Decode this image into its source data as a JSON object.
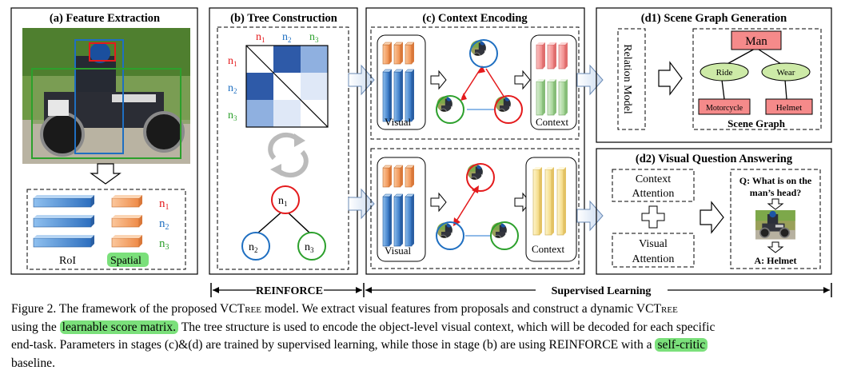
{
  "panels": {
    "a_title": "(a) Feature Extraction",
    "b_title": "(b) Tree Construction",
    "c_title": "(c) Context Encoding",
    "d1_title": "(d1) Scene Graph Generation",
    "d2_title": "(d2) Visual Question Answering"
  },
  "nodes": {
    "n1": "n",
    "n2": "n",
    "n3": "n",
    "s1": "1",
    "s2": "2",
    "s3": "3"
  },
  "feature": {
    "roi": "RoI",
    "spatial": "Spatial"
  },
  "encoding": {
    "visual": "Visual",
    "context": "Context"
  },
  "scene_graph": {
    "relation_model": "Relation Model",
    "man": "Man",
    "ride": "Ride",
    "wear": "Wear",
    "motorcycle": "Motorcycle",
    "helmet": "Helmet",
    "caption": "Scene Graph"
  },
  "vqa": {
    "context_attention_1": "Context",
    "context_attention_2": "Attention",
    "visual_attention_1": "Visual",
    "visual_attention_2": "Attention",
    "question_1": "Q: What is on the",
    "question_2": "man’s head?",
    "answer": "A: Helmet"
  },
  "training": {
    "reinforce": "REINFORCE",
    "supervised": "Supervised Learning"
  },
  "caption": {
    "fig": "Figure 2. The framework of the proposed ",
    "vct1": "VCT",
    "ree1": "ree",
    "mid1": " model. We extract visual features from proposals and construct a dynamic ",
    "vct2": "VCT",
    "ree2": "ree",
    "line2a": "using the ",
    "hl1": "learnable score matrix.",
    "line2b": " The tree structure is used to encode the object-level visual context, which will be decoded for each specific",
    "line3a": "end-task. Parameters in stages (c)&(d) are trained by supervised learning, while those in stage (b) are using REINFORCE with a ",
    "hl2": "self-critic",
    "line4": "baseline."
  },
  "colors": {
    "red": "#e41a1c",
    "blue": "#1f6fc1",
    "green": "#2ca02c",
    "orange": "#f6a56b",
    "bluebar": "#4a8fd6",
    "pinkbar": "#f7a0a0",
    "greenbar": "#b9e0b0",
    "yellowbar": "#fbe8a6",
    "arrow": "#dde8f5"
  }
}
